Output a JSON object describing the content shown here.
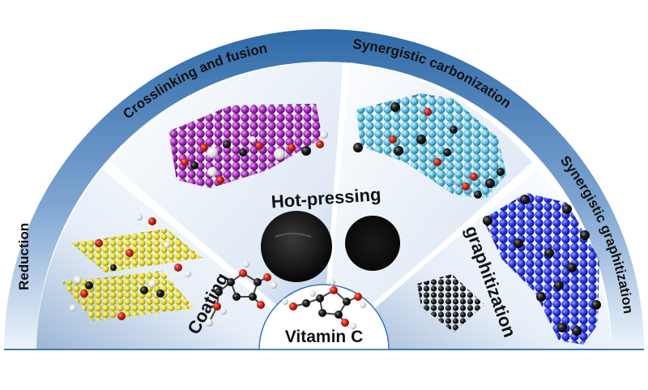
{
  "labels": {
    "crosslinking": "Crosslinking and fusion",
    "carbonization": "Synergistic carbonization",
    "graphitization_syn": "Synergistic graphitization",
    "reduction": "Reduction",
    "coating": "Coating",
    "hot_pressing": "Hot-pressing",
    "graphitization": "graphitization",
    "vitamin_c": "Vitamin C"
  },
  "colors": {
    "ring_dark": "#3a78b8",
    "ring_light": "#eef4fb",
    "panel_light": "#f2f6fb",
    "panel_blue": "#9db7d8",
    "graphene_yellow": "#e8e030",
    "film_purple": "#a030b0",
    "film_cyan": "#5cc0e0",
    "film_blue": "#2a38e0",
    "atom_black": "#111111",
    "atom_red": "#d03020",
    "atom_white": "#f0f0f0"
  }
}
